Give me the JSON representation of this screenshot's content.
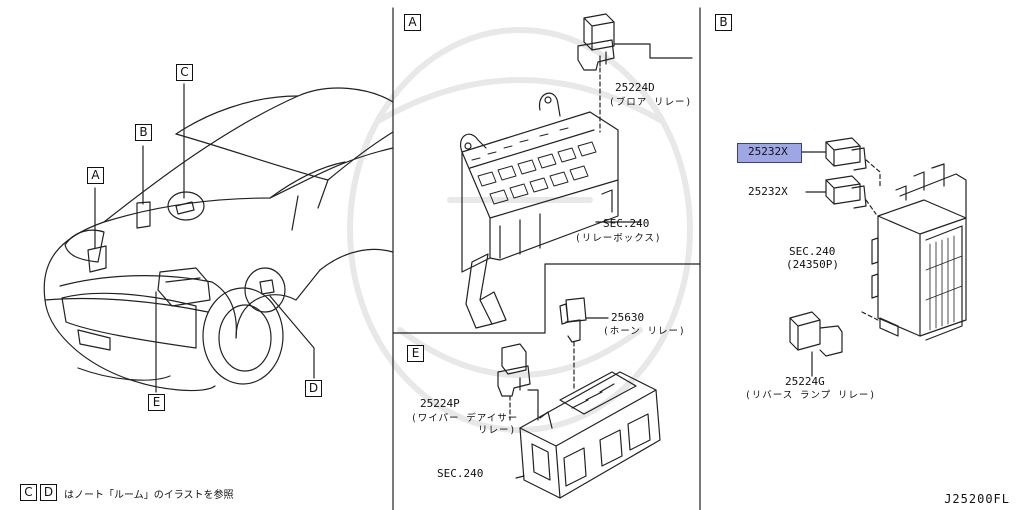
{
  "callouts": {
    "A": "A",
    "B": "B",
    "C": "C",
    "D": "D",
    "E": "E"
  },
  "panels": {
    "A": {
      "part1_number": "25224D",
      "part1_name": "(ブロア リレー)",
      "sec_number": "SEC.240",
      "sec_name": "(リレーボックス)"
    },
    "E": {
      "part1_number": "25630",
      "part1_name": "(ホーン リレー)",
      "part2_number": "25224P",
      "part2_name_line1": "(ワイパー デアイサー",
      "part2_name_line2": "リレー)",
      "sec_number": "SEC.240"
    },
    "B": {
      "part1_number": "25232X",
      "part2_number": "25232X",
      "sec_number": "SEC.240",
      "sec_name": "(24350P)",
      "part3_number": "25224G",
      "part3_name": "(リバース ランプ リレー)"
    }
  },
  "footnote": {
    "box1": "C",
    "box2": "D",
    "text": "はノート「ルーム」のイラストを参照"
  },
  "diagram_ref": "J25200FL",
  "highlight_color": "#9ea6e4"
}
